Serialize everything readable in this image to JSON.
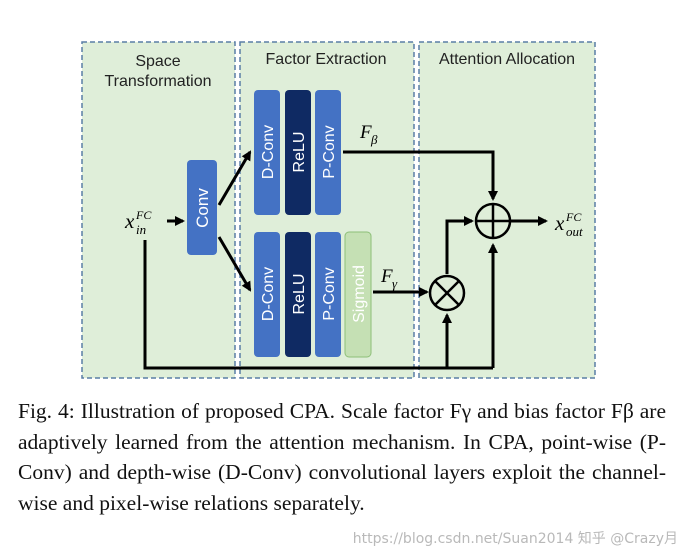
{
  "sections": {
    "space": [
      "Space",
      "Transformation"
    ],
    "factor": "Factor Extraction",
    "attention": "Attention Allocation"
  },
  "blocks": {
    "conv": "Conv",
    "dconv": "D-Conv",
    "relu": "ReLU",
    "pconv": "P-Conv",
    "sigmoid": "Sigmoid"
  },
  "symbols": {
    "x": "x",
    "fc": "FC",
    "in": "in",
    "out": "out",
    "F": "F",
    "beta": "β",
    "gamma": "γ"
  },
  "caption": {
    "label": "Fig. 4:",
    "text": "Illustration of proposed CPA. Scale factor Fγ and bias factor Fβ are adaptively learned from the attention mechanism. In CPA, point-wise (P-Conv) and depth-wise (D-Conv) convolutional layers exploit the channel-wise and pixel-wise relations separately."
  },
  "watermark": "https://blog.csdn.net/Suan2014 知乎 @Crazy月",
  "colors": {
    "panel_fill": "#dfeed9",
    "panel_border": "#5a7fa6",
    "conv_blue": "#4472c4",
    "relu_navy": "#0f2a63",
    "sigmoid_green": "#c5e0b4",
    "arrow": "#000000"
  }
}
